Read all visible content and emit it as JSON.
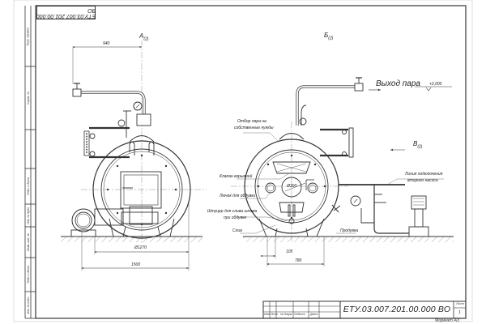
{
  "drawing": {
    "document_code": "ЕТУ.03.007.201.00.000 ВО",
    "document_code_rotated": "ЕТУ.03.007.201.00.000 ВО",
    "format": "Формат А3",
    "sheet_label": "Лист",
    "sheet_number": "1"
  },
  "title_block": {
    "headers": [
      "Изм",
      "Лист",
      "№ докум.",
      "Подпись",
      "Дата"
    ]
  },
  "side_strip": {
    "cells": [
      "Перв. примен.",
      "Справ. №",
      "Подп. и дата",
      "Инв. № дубл.",
      "Взам. инв. №",
      "Подп. и дата",
      "Инв. № подл."
    ]
  },
  "views": {
    "view_a": {
      "label": "А",
      "sub": "(2)"
    },
    "view_b": {
      "label": "Б",
      "sub": "(2)"
    },
    "view_v": {
      "label": "В",
      "sub": "(2)"
    }
  },
  "dimensions": {
    "top_width": "940",
    "diameter": "Ø1270",
    "overall_width": "1500",
    "support_offset": "105",
    "support_span": "780",
    "inner_diameter": "Ø300",
    "elevation": "+2,000"
  },
  "callouts": {
    "steam_outlet": "Выход пара",
    "steam_takeoff": "Отбор пара на собственные нужды",
    "steam_takeoff_line1": "Отбор пара на",
    "steam_takeoff_line2": "собственные нужды",
    "explosion_valve": "Клапан взрывной",
    "blowdown_hatch": "Лючок для обдувки",
    "sludge_fitting_line1": "Штуцер для слива шлама",
    "sludge_fitting_line2": "при обдувке",
    "drain": "Слив",
    "purge": "Продувка",
    "pump_line_line1": "Линия подключения",
    "pump_line_line2": "второго насоса"
  },
  "colors": {
    "line": "#333333",
    "thin_line": "#555555",
    "background": "#ffffff",
    "text": "#222222"
  }
}
